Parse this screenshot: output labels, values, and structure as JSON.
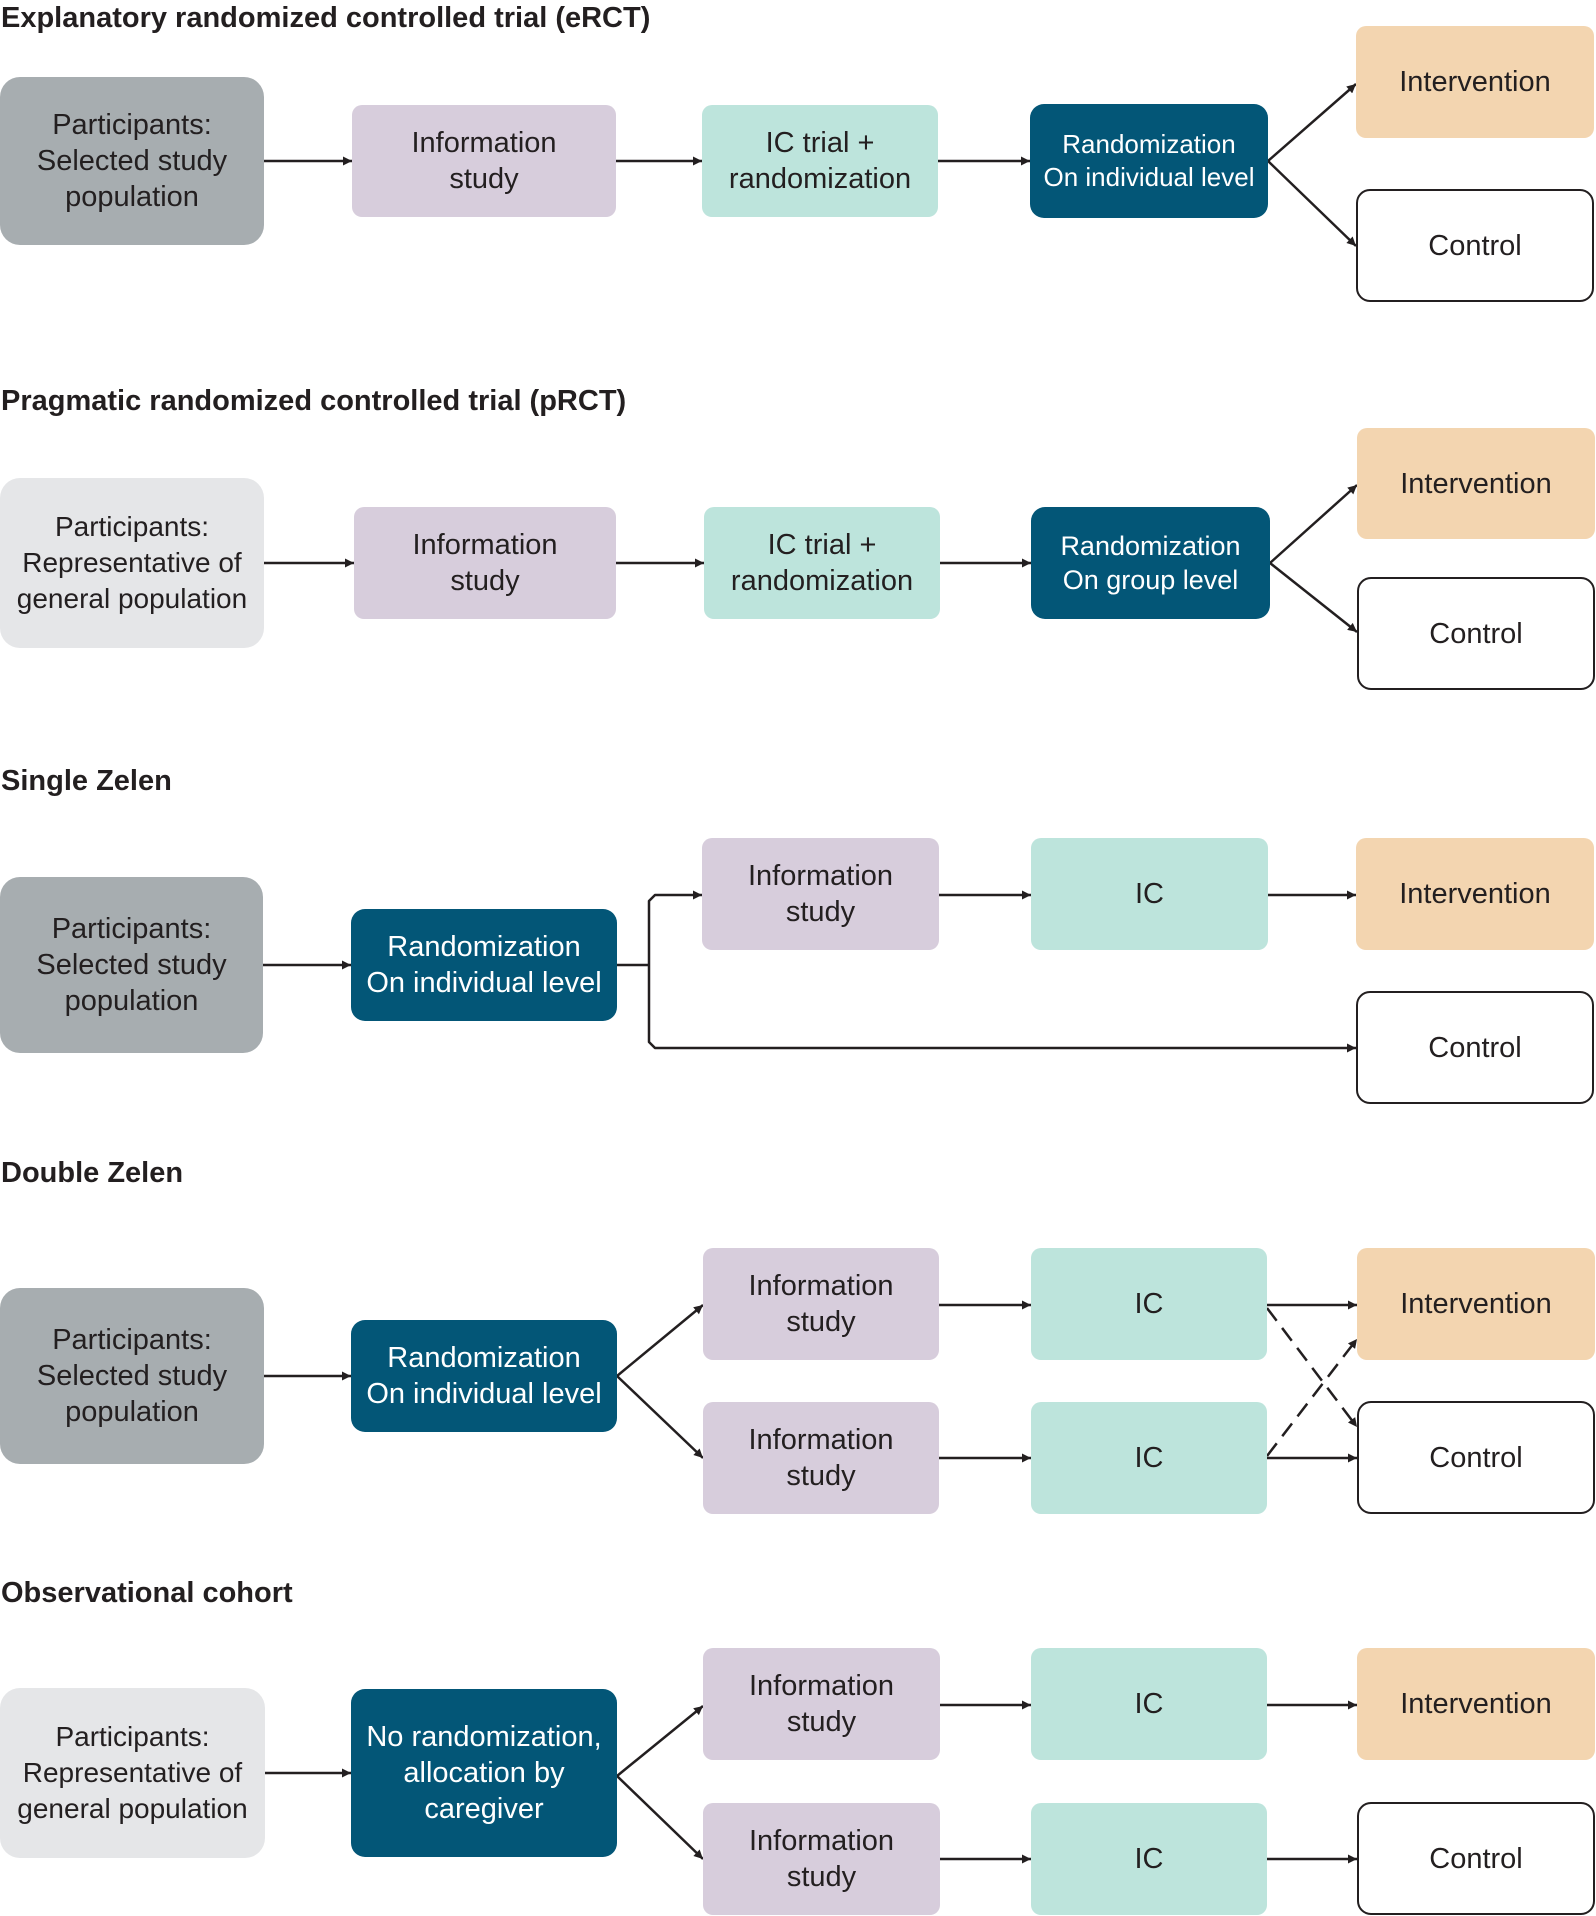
{
  "colors": {
    "line": "#231f20",
    "participants_selected": "#a7adb0",
    "participants_general": "#e5e6e8",
    "information": "#d7cddc",
    "consent": "#bde4dc",
    "randomization": "#035677",
    "intervention": "#f3d5b0",
    "control": "#ffffff"
  },
  "sections": [
    {
      "title": "Explanatory randomized controlled trial (eRCT)",
      "nodes": [
        {
          "id": "p",
          "label": "Participants:\nSelected study\npopulation"
        },
        {
          "id": "info",
          "label": "Information\nstudy"
        },
        {
          "id": "ic",
          "label": "IC trial +\nrandomization"
        },
        {
          "id": "rand",
          "label": "Randomization\nOn individual level"
        },
        {
          "id": "int",
          "label": "Intervention"
        },
        {
          "id": "ctrl",
          "label": "Control"
        }
      ]
    },
    {
      "title": "Pragmatic randomized controlled trial (pRCT)",
      "nodes": [
        {
          "id": "p",
          "label": "Participants:\nRepresentative of\ngeneral population"
        },
        {
          "id": "info",
          "label": "Information\nstudy"
        },
        {
          "id": "ic",
          "label": "IC trial +\nrandomization"
        },
        {
          "id": "rand",
          "label": "Randomization\nOn group level"
        },
        {
          "id": "int",
          "label": "Intervention"
        },
        {
          "id": "ctrl",
          "label": "Control"
        }
      ]
    },
    {
      "title": "Single Zelen",
      "nodes": [
        {
          "id": "p",
          "label": "Participants:\nSelected study\npopulation"
        },
        {
          "id": "rand",
          "label": "Randomization\nOn individual level"
        },
        {
          "id": "info",
          "label": "Information\nstudy"
        },
        {
          "id": "ic",
          "label": "IC"
        },
        {
          "id": "int",
          "label": "Intervention"
        },
        {
          "id": "ctrl",
          "label": "Control"
        }
      ]
    },
    {
      "title": "Double Zelen",
      "nodes": [
        {
          "id": "p",
          "label": "Participants:\nSelected study\npopulation"
        },
        {
          "id": "rand",
          "label": "Randomization\nOn individual level"
        },
        {
          "id": "info1",
          "label": "Information\nstudy"
        },
        {
          "id": "info2",
          "label": "Information\nstudy"
        },
        {
          "id": "ic1",
          "label": "IC"
        },
        {
          "id": "ic2",
          "label": "IC"
        },
        {
          "id": "int",
          "label": "Intervention"
        },
        {
          "id": "ctrl",
          "label": "Control"
        }
      ]
    },
    {
      "title": "Observational cohort",
      "nodes": [
        {
          "id": "p",
          "label": "Participants:\nRepresentative of\ngeneral population"
        },
        {
          "id": "alloc",
          "label": "No randomization,\nallocation by\ncaregiver"
        },
        {
          "id": "info1",
          "label": "Information\nstudy"
        },
        {
          "id": "info2",
          "label": "Information\nstudy"
        },
        {
          "id": "ic1",
          "label": "IC"
        },
        {
          "id": "ic2",
          "label": "IC"
        },
        {
          "id": "int",
          "label": "Intervention"
        },
        {
          "id": "ctrl",
          "label": "Control"
        }
      ]
    }
  ]
}
